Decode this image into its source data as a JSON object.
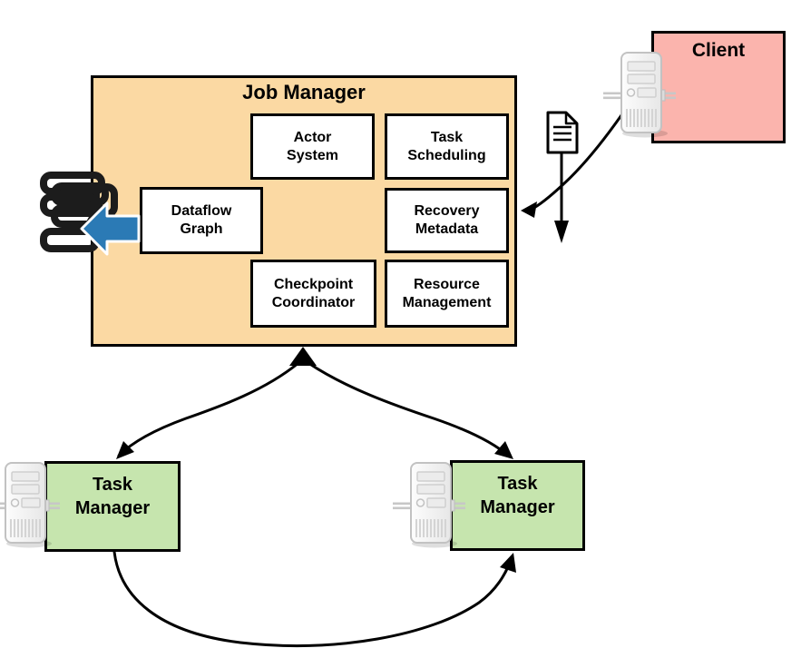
{
  "diagram": {
    "type": "architecture-diagram",
    "background": "#ffffff"
  },
  "client": {
    "label": "Client"
  },
  "job_manager": {
    "label": "Job Manager",
    "modules": [
      {
        "id": "actor-system",
        "line1": "Actor",
        "line2": "System"
      },
      {
        "id": "task-scheduling",
        "line1": "Task",
        "line2": "Scheduling"
      },
      {
        "id": "dataflow-graph",
        "line1": "Dataflow",
        "line2": "Graph"
      },
      {
        "id": "recovery-metadata",
        "line1": "Recovery",
        "line2": "Metadata"
      },
      {
        "id": "checkpoint-coordinator",
        "line1": "Checkpoint",
        "line2": "Coordinator"
      },
      {
        "id": "resource-management",
        "line1": "Resource",
        "line2": "Management"
      }
    ]
  },
  "task_managers": [
    {
      "line1": "Task",
      "line2": "Manager"
    },
    {
      "line1": "Task",
      "line2": "Manager"
    }
  ],
  "icons": {
    "server": "server-tower-icon",
    "document": "document-icon",
    "stack": "dataflow-stack-icon",
    "blue_arrow": "blue-left-arrow-icon"
  },
  "colors": {
    "job_manager_fill": "#FBD9A3",
    "client_fill": "#FBB4AD",
    "task_manager_fill": "#C6E5AE",
    "module_fill": "#FFFFFF",
    "border": "#000000",
    "blue_arrow": "#2B7AB5"
  },
  "connections": [
    {
      "from": "client",
      "to": "job-manager",
      "style": "curved-arrow"
    },
    {
      "from": "document",
      "to": "down",
      "style": "straight-arrow"
    },
    {
      "from": "job-manager",
      "to": "task-manager-1",
      "style": "curved-double-arrow"
    },
    {
      "from": "job-manager",
      "to": "task-manager-2",
      "style": "curved-double-arrow"
    },
    {
      "from": "task-manager-1",
      "to": "task-manager-2",
      "style": "curved-arrow"
    }
  ]
}
